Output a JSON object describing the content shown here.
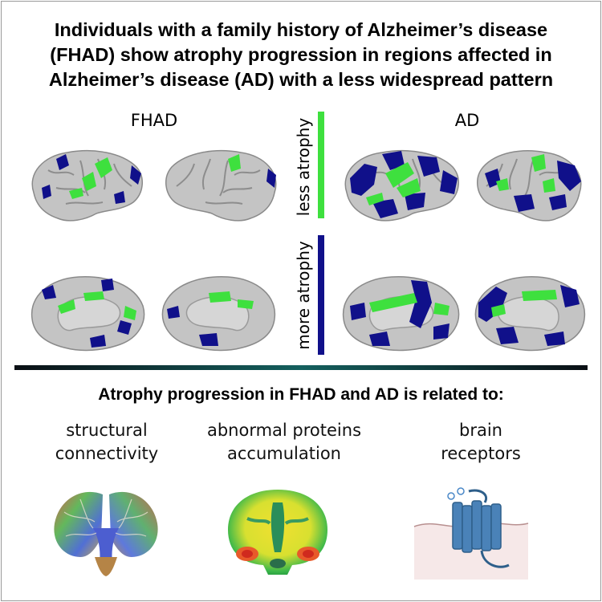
{
  "title_lines": [
    "Individuals with a family history of Alzheimer’s disease",
    "(FHAD) show atrophy progression in regions affected in",
    "Alzheimer’s disease (AD) with a less widespread pattern"
  ],
  "groups": {
    "left": "FHAD",
    "right": "AD"
  },
  "scale": {
    "less_label": "less atrophy",
    "more_label": "more atrophy",
    "less_color": "#3ee03e",
    "more_color": "#10108a"
  },
  "section_title": "Atrophy progression in FHAD and AD is related to:",
  "factors": [
    {
      "line1": "structural",
      "line2": "connectivity",
      "icon": "tractography-icon"
    },
    {
      "line1": "abnormal proteins",
      "line2": "accumulation",
      "icon": "pet-scan-icon"
    },
    {
      "line1": "brain",
      "line2": "receptors",
      "icon": "receptor-protein-icon"
    }
  ],
  "colors": {
    "cortex": "#c4c4c4",
    "cortex_stroke": "#8a8a8a",
    "background": "#ffffff"
  }
}
